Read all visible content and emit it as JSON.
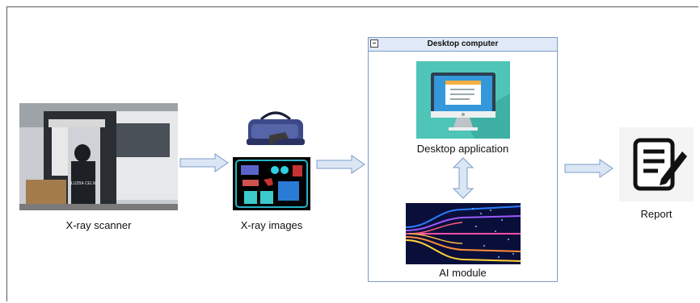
{
  "scanner": {
    "label": "X-ray scanner",
    "vest_text": "SŁUŻBA CELNA"
  },
  "images": {
    "label": "X-ray images"
  },
  "desktop_computer": {
    "title": "Desktop computer",
    "toggle": "−",
    "app_label": "Desktop application",
    "ai_label": "AI module"
  },
  "report": {
    "label": "Report"
  },
  "colors": {
    "arrow_fill": "#dbe6f5",
    "arrow_stroke": "#7d9cc7",
    "app_bg": "#4fc5b8",
    "ai_bg": "#0a0f3a"
  },
  "icons": [
    "van-photo",
    "bag-icon",
    "xray-scan-image",
    "monitor-icon",
    "neural-network-image",
    "report-icon"
  ]
}
